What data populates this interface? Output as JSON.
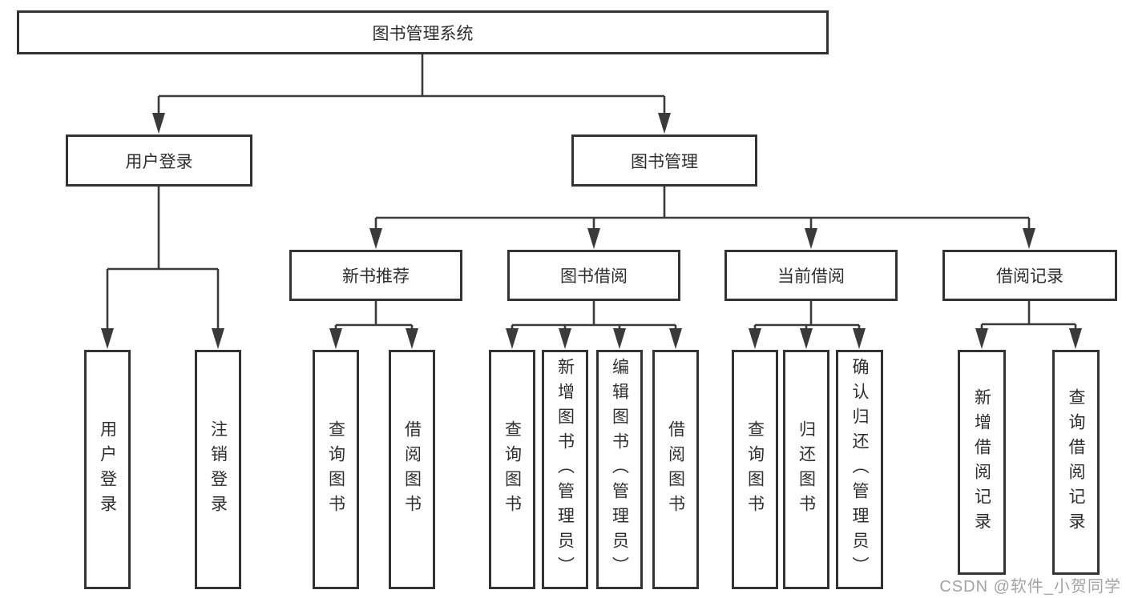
{
  "diagram": {
    "nodes": {
      "root": "图书管理系统",
      "user_login": {
        "label": "用户登录",
        "children": {
          "login": "用户登录",
          "logout": "注销登录"
        }
      },
      "book_mgmt": {
        "label": "图书管理",
        "children": {
          "new_books": {
            "label": "新书推荐",
            "children": {
              "query": "查询图书",
              "borrow": "借阅图书"
            }
          },
          "borrowing": {
            "label": "图书借阅",
            "children": {
              "query": "查询图书",
              "add": "新增图书（管理员）",
              "edit": "编辑图书（管理员）",
              "borrow": "借阅图书"
            }
          },
          "current": {
            "label": "当前借阅",
            "children": {
              "query": "查询图书",
              "return": "归还图书",
              "confirm": "确认归还（管理员）"
            }
          },
          "records": {
            "label": "借阅记录",
            "children": {
              "add": "新增借阅记录",
              "query": "查询借阅记录"
            }
          }
        }
      }
    },
    "watermark": "CSDN @软件_小贺同学",
    "colors": {
      "line": "#3a3a3a",
      "box_border": "#333333",
      "text": "#2e2e2e",
      "watermark": "#a3a3a3",
      "background": "#ffffff"
    }
  }
}
